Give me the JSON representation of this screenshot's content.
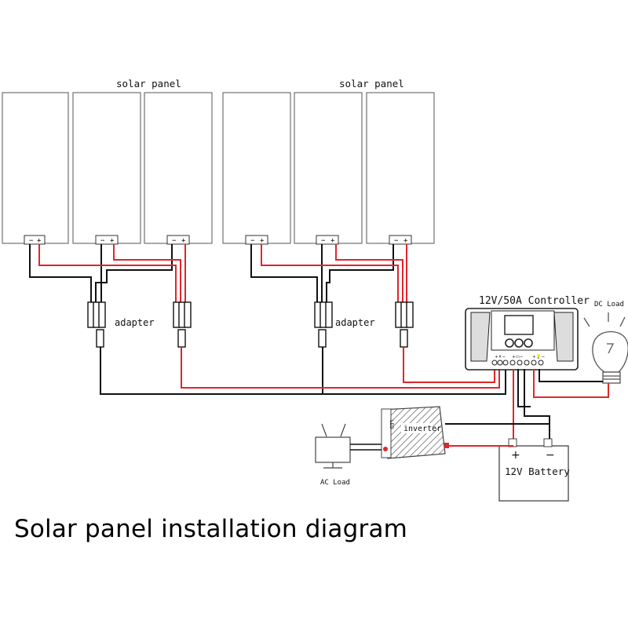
{
  "labels": {
    "solar_panel_left": "solar panel",
    "solar_panel_right": "solar panel",
    "adapter_left": "adapter",
    "adapter_right": "adapter",
    "controller": "12V/50A Controller",
    "dc_load": "DC Load",
    "inverter": "inverter",
    "inverter_led": "LED",
    "ac_load": "AC Load",
    "battery": "12V Battery",
    "battery_plus": "+",
    "battery_minus": "−",
    "terminal_minus": "−",
    "terminal_plus": "+",
    "controller_sym_pv": "+☀−",
    "controller_sym_bat": "+▭−",
    "controller_sym_load": "+💡−"
  },
  "page_title": "Solar panel installation diagram",
  "colors": {
    "wire_positive": "#e0262b",
    "wire_negative": "#111111",
    "outline": "#333333"
  }
}
